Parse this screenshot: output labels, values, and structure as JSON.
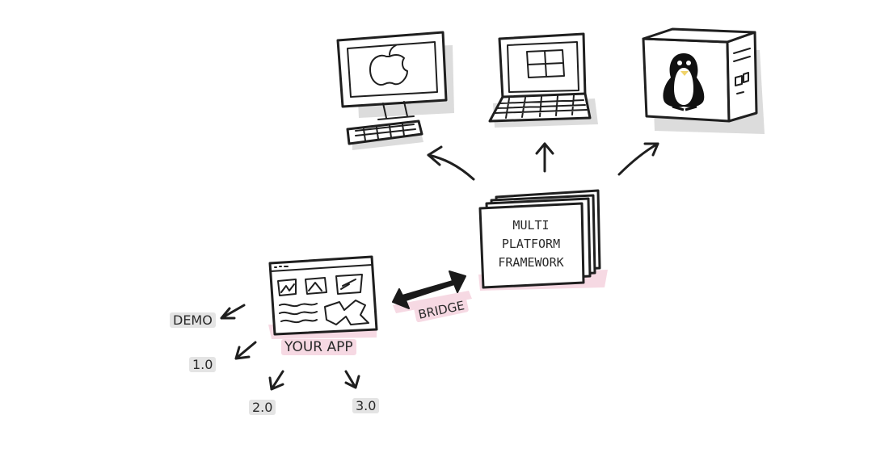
{
  "diagram": {
    "framework": {
      "lines": [
        "MULTI",
        "PLATFORM",
        "FRAMEWORK"
      ]
    },
    "app_label": "YOUR APP",
    "bridge_label": "BRIDGE",
    "versions": [
      "DEMO",
      "1.0",
      "2.0",
      "3.0"
    ],
    "platforms": [
      "apple-desktop",
      "windows-laptop",
      "linux-tower"
    ]
  }
}
